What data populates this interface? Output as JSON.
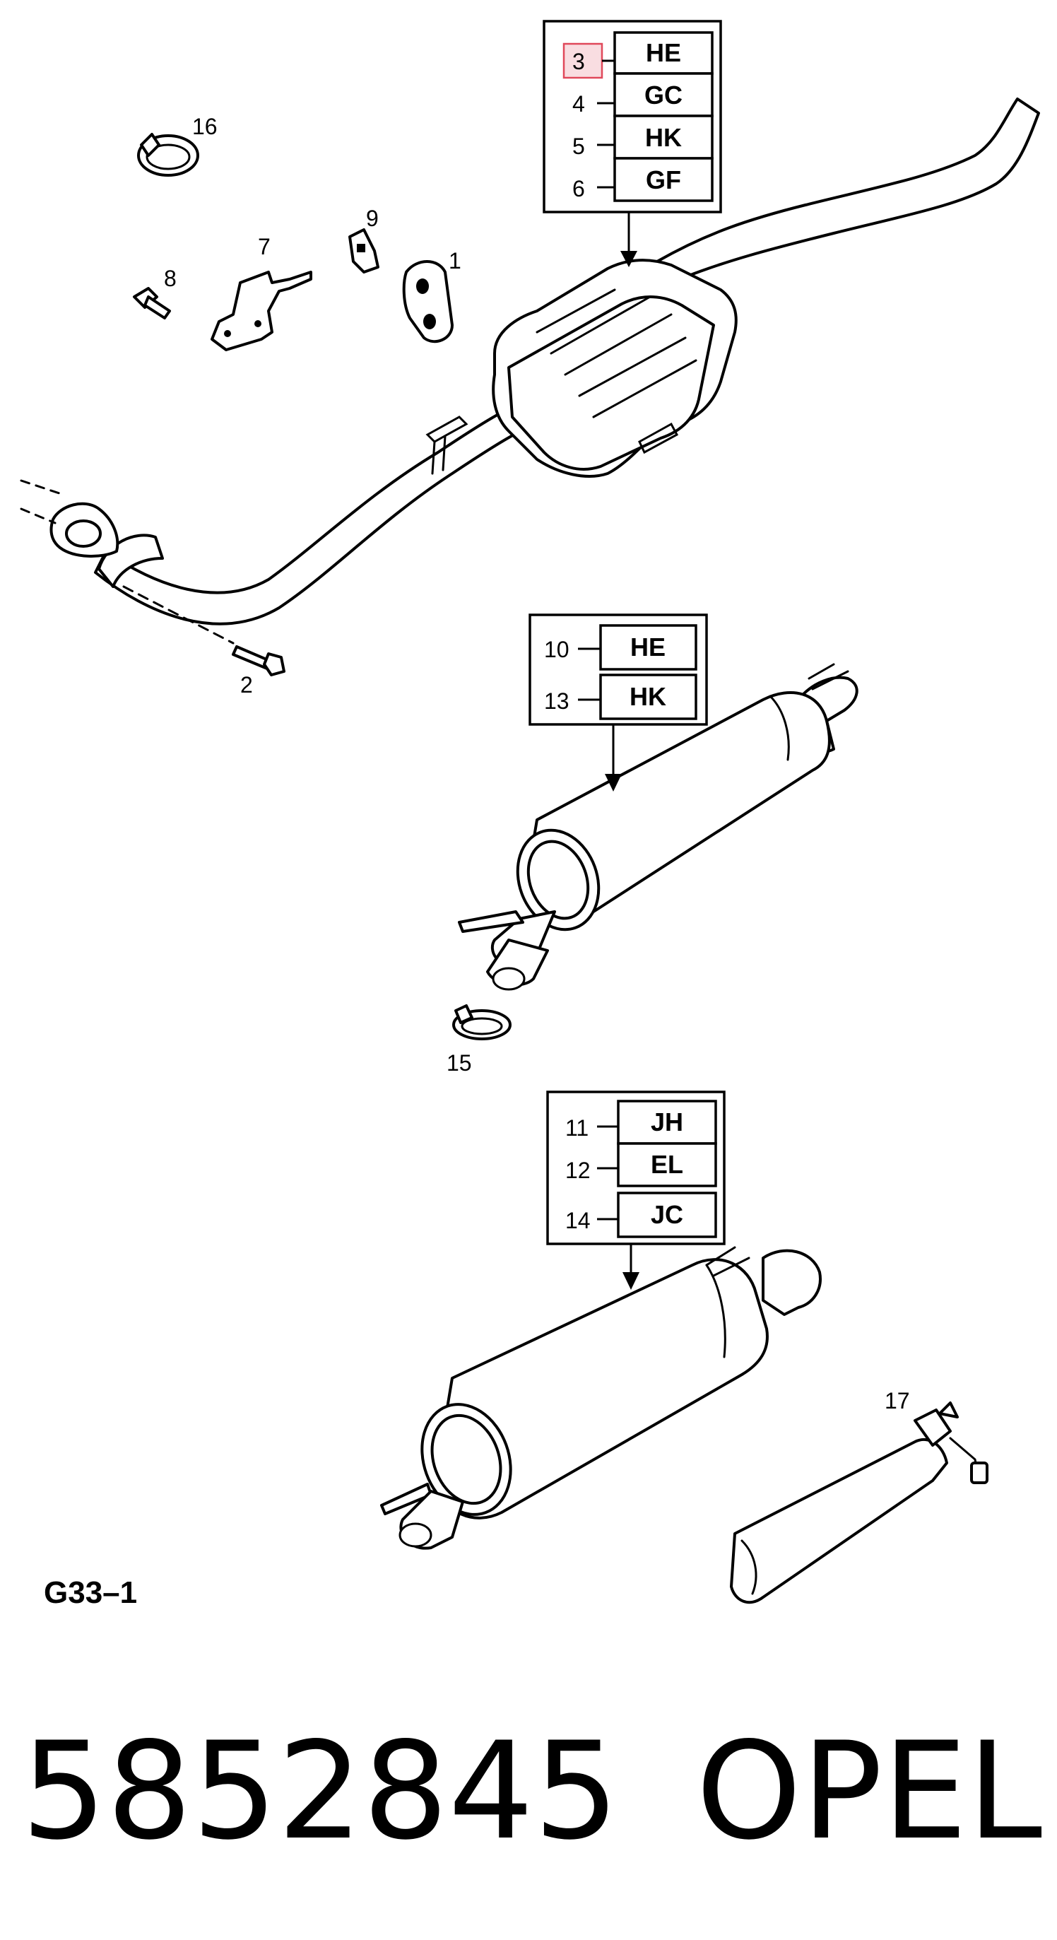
{
  "highlight_color": "#e0485a",
  "top_group": {
    "items": [
      {
        "number": "3",
        "code": "HE",
        "highlighted": true
      },
      {
        "number": "4",
        "code": "GC"
      },
      {
        "number": "5",
        "code": "HK"
      },
      {
        "number": "6",
        "code": "GF"
      }
    ]
  },
  "mid_group": {
    "items": [
      {
        "number": "10",
        "code": "HE"
      },
      {
        "number": "13",
        "code": "HK"
      }
    ]
  },
  "low_group": {
    "items": [
      {
        "number": "11",
        "code": "JH"
      },
      {
        "number": "12",
        "code": "EL"
      },
      {
        "number": "14",
        "code": "JC"
      }
    ]
  },
  "part_labels": {
    "p1": "1",
    "p2": "2",
    "p7": "7",
    "p8": "8",
    "p9": "9",
    "p15": "15",
    "p16": "16",
    "p17": "17"
  },
  "diagram_ref": "G33–1",
  "part_number": "5852845",
  "brand": "OPEL"
}
